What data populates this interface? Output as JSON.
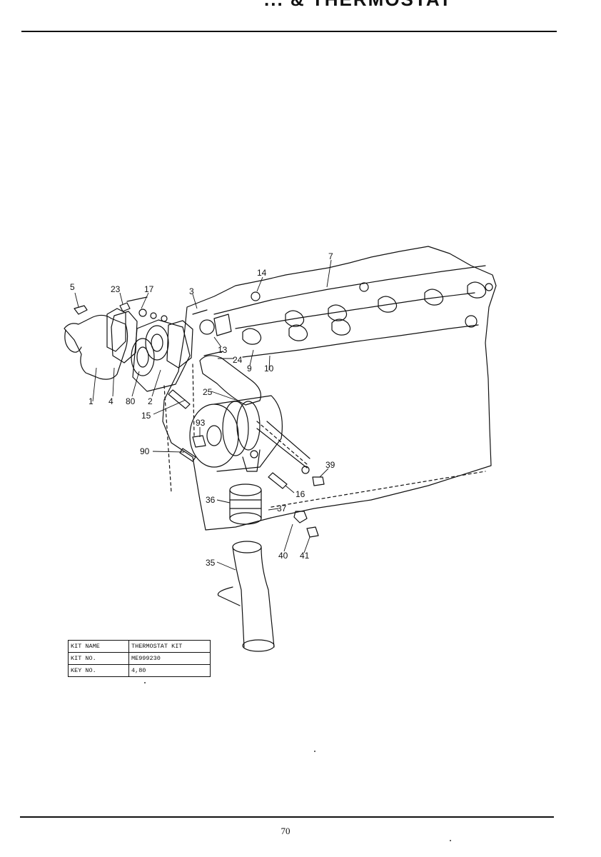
{
  "header": {
    "title_fragment": "... & THERMOSTAT"
  },
  "page_number": "70",
  "callouts": [
    "1",
    "2",
    "3",
    "4",
    "5",
    "7",
    "9",
    "10",
    "13",
    "14",
    "15",
    "16",
    "17",
    "23",
    "24",
    "25",
    "35",
    "36",
    "37",
    "39",
    "40",
    "41",
    "80",
    "90",
    "93"
  ],
  "kit_table": [
    {
      "key": "KIT  NAME",
      "value": "THERMOSTAT KIT"
    },
    {
      "key": "KIT  NO.",
      "value": "ME999230"
    },
    {
      "key": "KEY  NO.",
      "value": "4,80"
    }
  ]
}
